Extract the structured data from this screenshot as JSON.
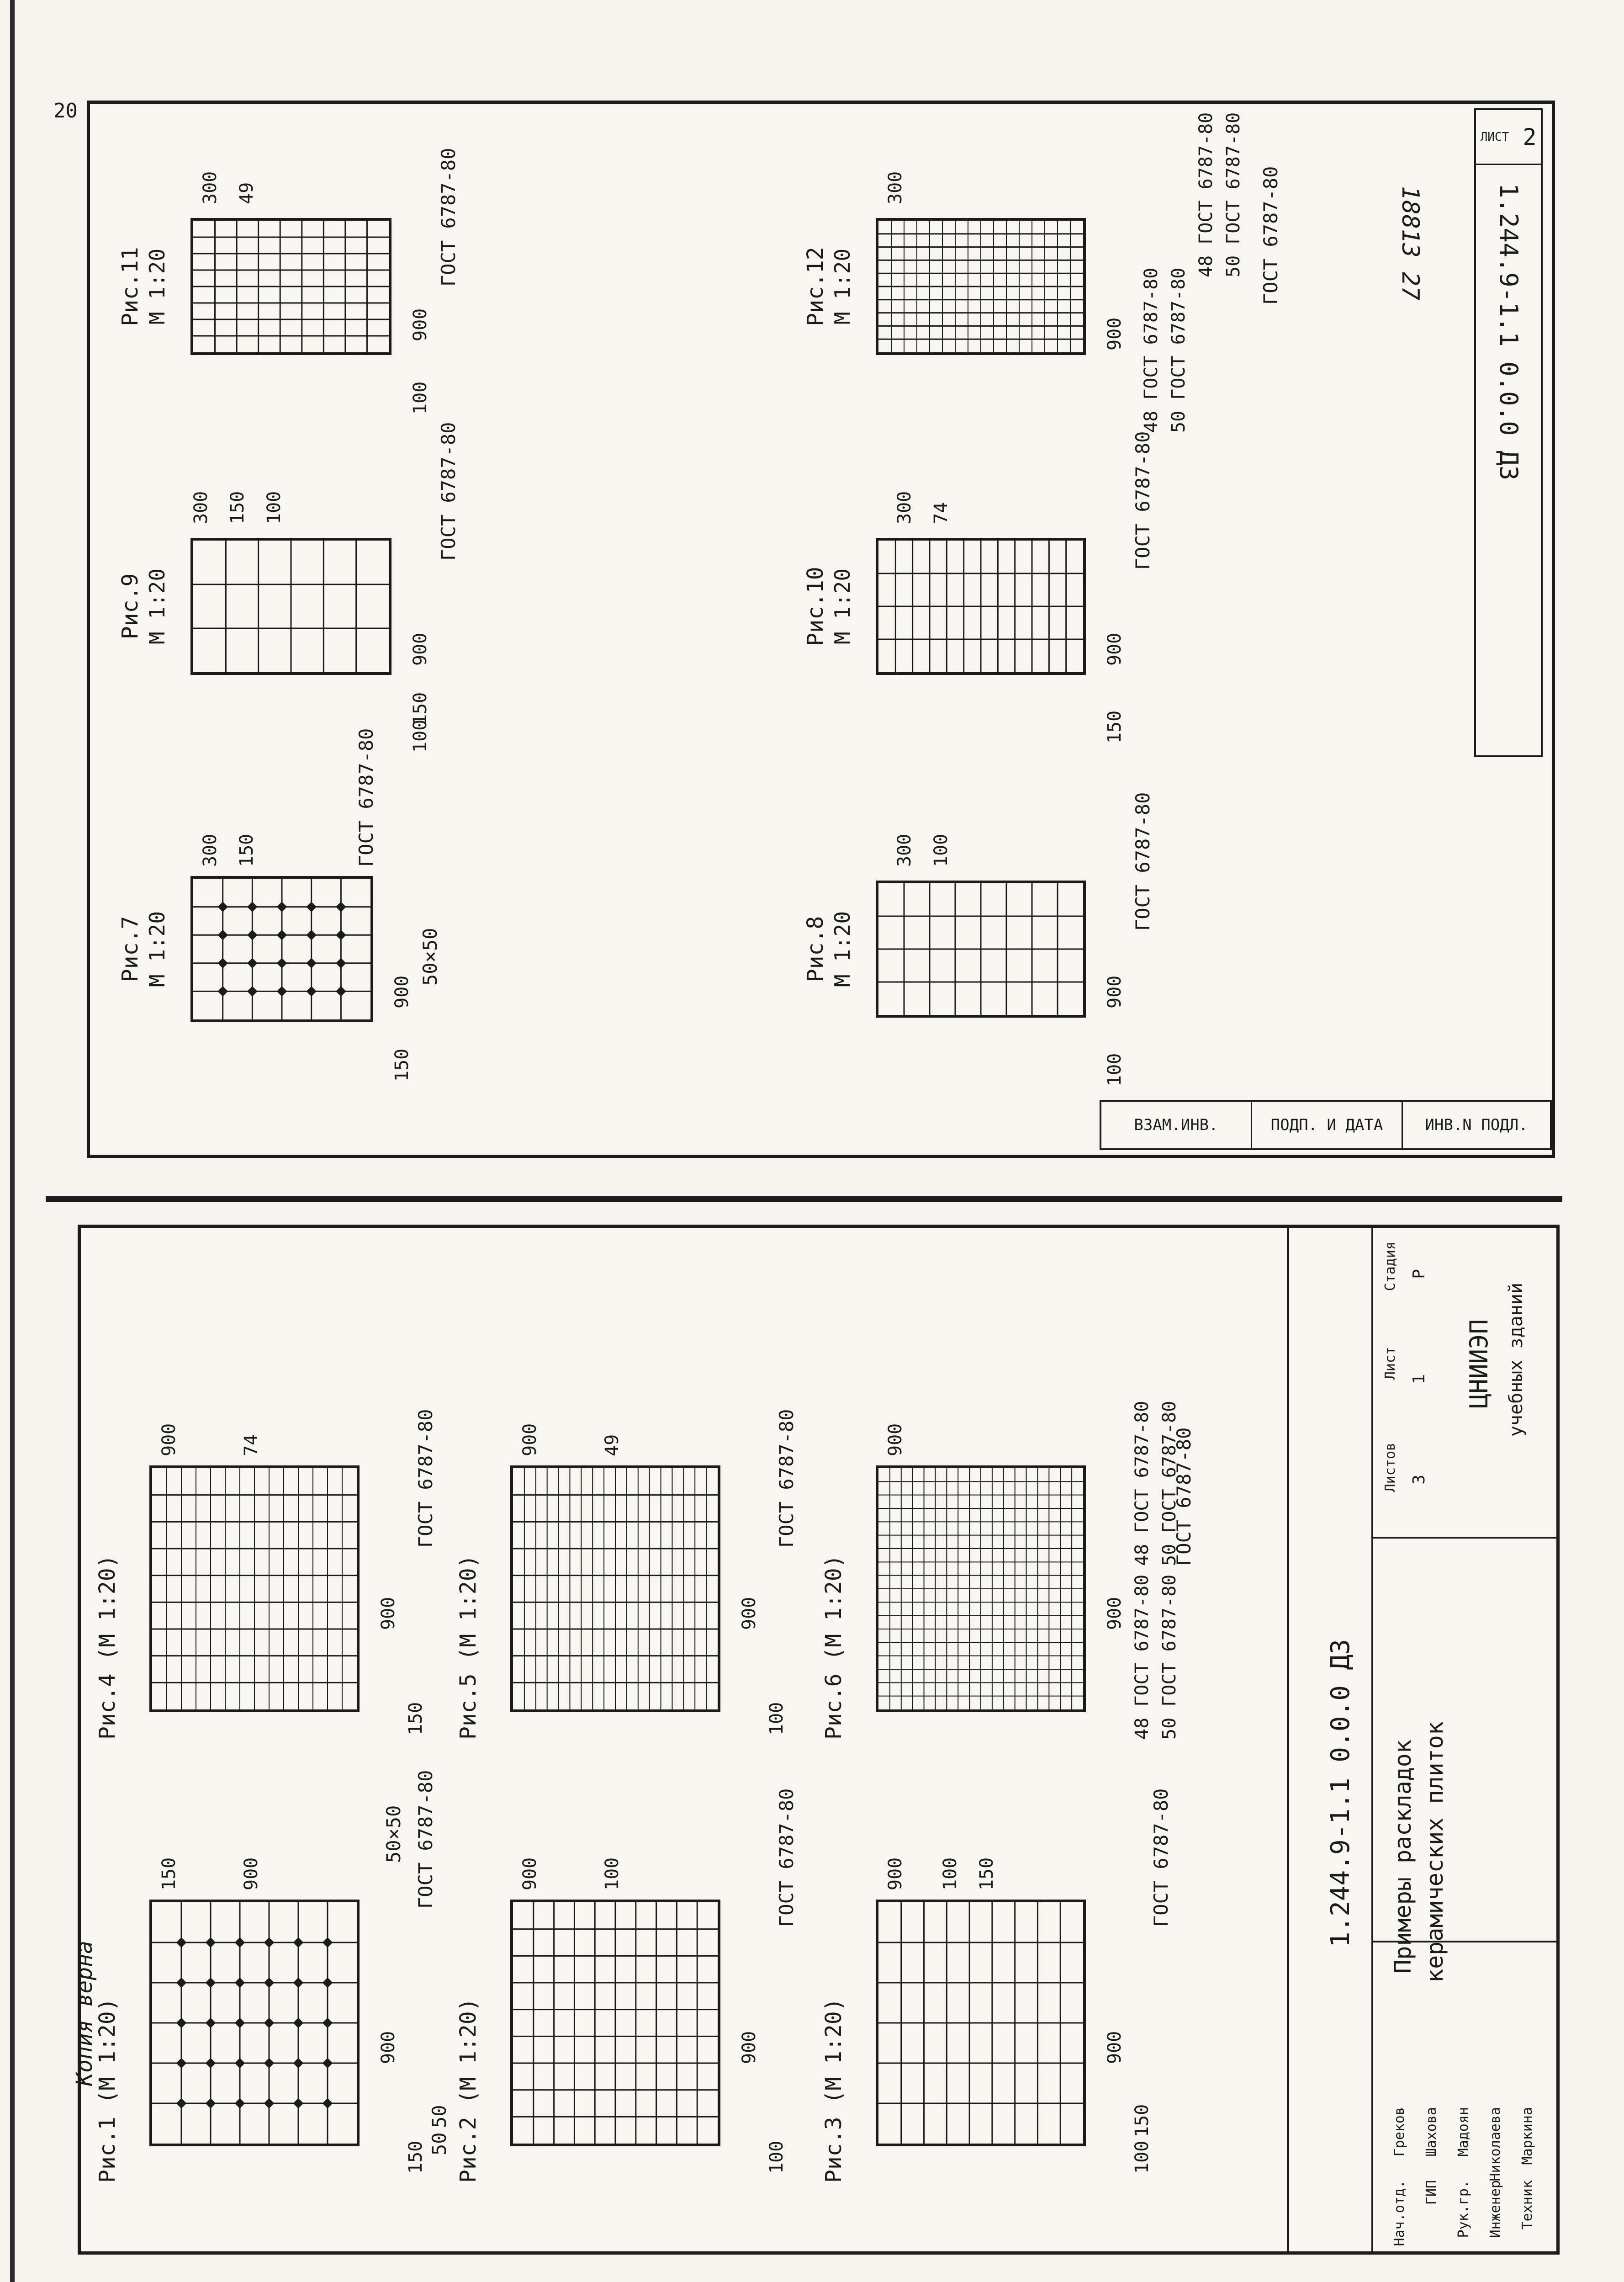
{
  "top_sheet": {
    "page_no": "20",
    "sheet_label": "ЛИСТ",
    "sheet_no": "2",
    "doc_code": "1.244.9-1.1 0.0.0 Д3",
    "archive_no": "18813 27",
    "side_stamp": [
      "ВЗАМ.ИНВ.",
      "ПОДП. И ДАТА",
      "ИНВ.N ПОДЛ."
    ],
    "figures": [
      {
        "title": "Рис.7",
        "scale": "М 1:20",
        "size": "900",
        "d1": "150",
        "d2": "300",
        "d3": "150",
        "mark": "50×50",
        "callout": "ГОСТ 6787-80"
      },
      {
        "title": "Рис.8",
        "scale": "М 1:20",
        "size": "900",
        "d1": "100",
        "d2": "300",
        "d3": "100",
        "callout": "ГОСТ 6787-80"
      },
      {
        "title": "Рис.9",
        "scale": "М 1:20",
        "size": "900",
        "d1": "100",
        "d2": "150",
        "d3": "300",
        "d4": "150",
        "d5": "100",
        "callout": "ГОСТ 6787-80"
      },
      {
        "title": "Рис.10",
        "scale": "М 1:20",
        "size": "900",
        "d1": "150",
        "d2": "300",
        "d3": "74",
        "callout": "ГОСТ 6787-80"
      },
      {
        "title": "Рис.11",
        "scale": "М 1:20",
        "size": "900",
        "d1": "100",
        "d2": "300",
        "d3": "49",
        "callout": "ГОСТ 6787-80"
      },
      {
        "title": "Рис.12",
        "scale": "М 1:20",
        "size": "900",
        "d1": "48 ГОСТ 6787-80",
        "d2": "50 ГОСТ 6787-80",
        "d3": "300",
        "d4": "48 ГОСТ 6787-80",
        "d5": "50 ГОСТ 6787-80",
        "callout": "ГОСТ 6787-80"
      }
    ]
  },
  "bottom_sheet": {
    "copy_note": "Копия верна",
    "figures": [
      {
        "title": "Рис.1 (М 1:20)",
        "size": "900",
        "d1": "150",
        "d2": "150",
        "d3": "900",
        "mark": "50×50",
        "mark2": "50",
        "mark3": "50",
        "callout": "ГОСТ 6787-80"
      },
      {
        "title": "Рис.2 (М 1:20)",
        "size": "900",
        "d1": "100",
        "d2": "900",
        "d3": "100",
        "callout": "ГОСТ 6787-80"
      },
      {
        "title": "Рис.3 (М 1:20)",
        "size": "900",
        "d1": "100",
        "d2": "150",
        "d3": "900",
        "d4": "100",
        "d5": "150",
        "callout": "ГОСТ 6787-80"
      },
      {
        "title": "Рис.4 (М 1:20)",
        "size": "900",
        "d1": "150",
        "d2": "900",
        "d3": "74",
        "callout": "ГОСТ 6787-80"
      },
      {
        "title": "Рис.5 (М 1:20)",
        "size": "900",
        "d1": "100",
        "d2": "900",
        "d3": "49",
        "callout": "ГОСТ 6787-80"
      },
      {
        "title": "Рис.6 (М 1:20)",
        "size": "900",
        "d1": "48 ГОСТ 6787-80",
        "d2": "50 ГОСТ 6787-80",
        "d3": "900",
        "d4": "48 ГОСТ 6787-80",
        "d5": "50 ГОСТ 6787-80",
        "callout": "ГОСТ 6787-80"
      }
    ],
    "title_block": {
      "code": "1.244.9-1.1 0.0.0 Д3",
      "title_line1": "Примеры раскладок",
      "title_line2": "керамических плиток",
      "stage_label": "Стадия",
      "sheet_label": "Лист",
      "sheets_label": "Листов",
      "stage": "Р",
      "sheet": "1",
      "sheets": "3",
      "org": "ЦНИИЭП",
      "org_sub": "учебных зданий",
      "roles": [
        {
          "role": "Нач.отд.",
          "name": "Греков"
        },
        {
          "role": "ГИП",
          "name": "Шахова"
        },
        {
          "role": "Рук.гр.",
          "name": "Мадоян"
        },
        {
          "role": "Инженер",
          "name": "Николаева"
        },
        {
          "role": "Техник",
          "name": "Маркина"
        }
      ]
    }
  }
}
